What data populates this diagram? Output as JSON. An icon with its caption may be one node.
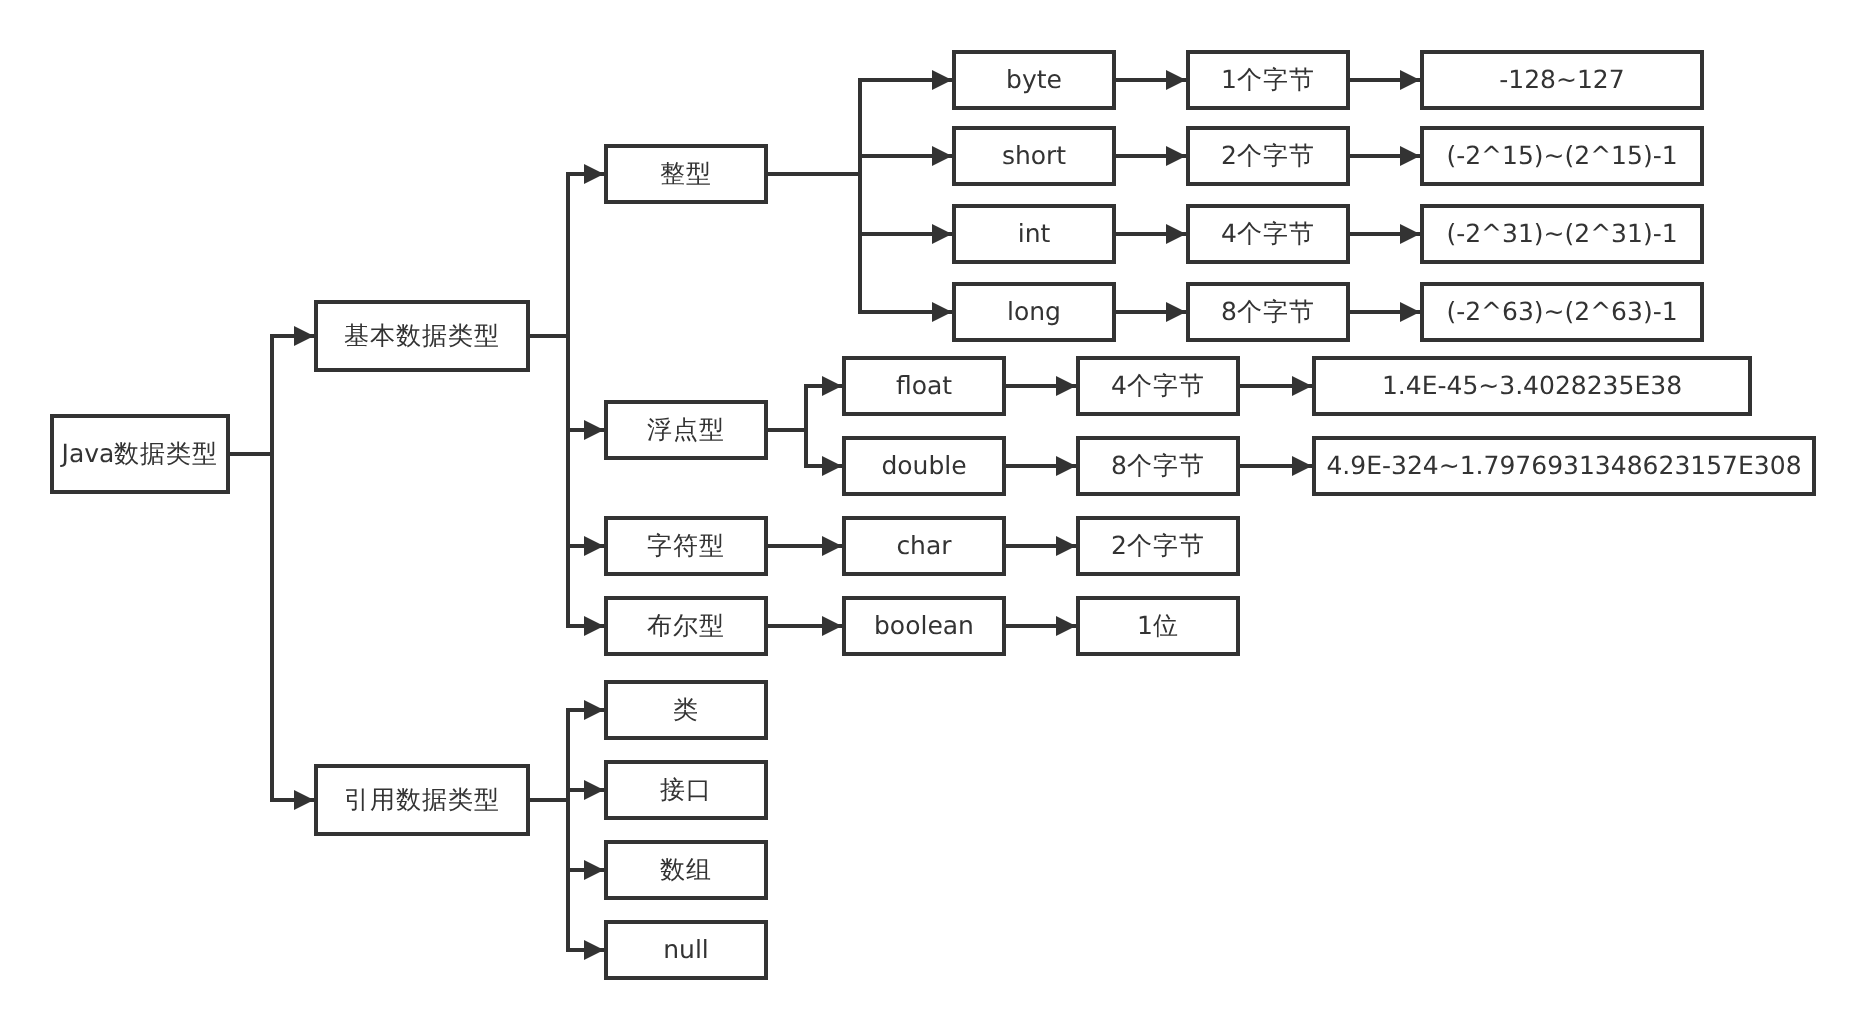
{
  "diagram": {
    "nodes": [
      {
        "text": [
          "Java数据类型"
        ]
      },
      {
        "text": [
          "基本数据类型"
        ]
      },
      {
        "text": [
          "引用数据类型"
        ]
      },
      {
        "text": [
          "整型"
        ]
      },
      {
        "text": [
          "浮点型"
        ]
      },
      {
        "text": [
          "字符型"
        ]
      },
      {
        "text": [
          "布尔型"
        ]
      },
      {
        "text": [
          "类"
        ]
      },
      {
        "text": [
          "接口"
        ]
      },
      {
        "text": [
          "数组"
        ]
      },
      {
        "text": [
          "null"
        ]
      },
      {
        "text": [
          "byte"
        ]
      },
      {
        "text": [
          "1个字节"
        ]
      },
      {
        "text": [
          "-128~127"
        ]
      },
      {
        "text": [
          "short"
        ]
      },
      {
        "text": [
          "2个字节"
        ]
      },
      {
        "text": [
          "(-2^15)~(2^15)-1"
        ]
      },
      {
        "text": [
          "int"
        ]
      },
      {
        "text": [
          "4个字节"
        ]
      },
      {
        "text": [
          "(-2^31)~(2^31)-1"
        ]
      },
      {
        "text": [
          "long"
        ]
      },
      {
        "text": [
          "8个字节"
        ]
      },
      {
        "text": [
          "(-2^63)~(2^63)-1"
        ]
      },
      {
        "text": [
          "float"
        ]
      },
      {
        "text": [
          "4个字节"
        ]
      },
      {
        "text": [
          "1.4E-45~3.4028235E38"
        ]
      },
      {
        "text": [
          "double"
        ]
      },
      {
        "text": [
          "8个字节"
        ]
      },
      {
        "text": [
          "4.9E-324~1.7976931348623157E308"
        ]
      },
      {
        "text": [
          "char"
        ]
      },
      {
        "text": [
          "2个字节"
        ]
      },
      {
        "text": [
          "boolean"
        ]
      },
      {
        "text": [
          "1位"
        ]
      }
    ],
    "edges": [
      {
        "from": 0,
        "to": 1,
        "arrow": "to"
      },
      {
        "from": 0,
        "to": 2,
        "arrow": "to"
      },
      {
        "from": 1,
        "to": 3,
        "arrow": "to"
      },
      {
        "from": 1,
        "to": 4,
        "arrow": "to"
      },
      {
        "from": 1,
        "to": 5,
        "arrow": "to"
      },
      {
        "from": 1,
        "to": 6,
        "arrow": "to"
      },
      {
        "from": 2,
        "to": 7,
        "arrow": "to"
      },
      {
        "from": 2,
        "to": 8,
        "arrow": "to"
      },
      {
        "from": 2,
        "to": 9,
        "arrow": "to"
      },
      {
        "from": 2,
        "to": 10,
        "arrow": "to"
      },
      {
        "from": 3,
        "to": 11,
        "arrow": "to"
      },
      {
        "from": 3,
        "to": 14,
        "arrow": "to"
      },
      {
        "from": 3,
        "to": 17,
        "arrow": "to"
      },
      {
        "from": 3,
        "to": 20,
        "arrow": "to"
      },
      {
        "from": 11,
        "to": 12,
        "arrow": "to"
      },
      {
        "from": 12,
        "to": 13,
        "arrow": "to"
      },
      {
        "from": 14,
        "to": 15,
        "arrow": "to"
      },
      {
        "from": 15,
        "to": 16,
        "arrow": "to"
      },
      {
        "from": 17,
        "to": 18,
        "arrow": "to"
      },
      {
        "from": 18,
        "to": 19,
        "arrow": "to"
      },
      {
        "from": 20,
        "to": 21,
        "arrow": "to"
      },
      {
        "from": 21,
        "to": 22,
        "arrow": "to"
      },
      {
        "from": 4,
        "to": 23,
        "arrow": "to"
      },
      {
        "from": 4,
        "to": 26,
        "arrow": "to"
      },
      {
        "from": 23,
        "to": 24,
        "arrow": "to"
      },
      {
        "from": 24,
        "to": 25,
        "arrow": "to"
      },
      {
        "from": 26,
        "to": 27,
        "arrow": "to"
      },
      {
        "from": 27,
        "to": 28,
        "arrow": "to"
      },
      {
        "from": 5,
        "to": 29,
        "arrow": "to"
      },
      {
        "from": 29,
        "to": 30,
        "arrow": "to"
      },
      {
        "from": 6,
        "to": 31,
        "arrow": "to"
      },
      {
        "from": 31,
        "to": 32,
        "arrow": "to"
      }
    ]
  }
}
